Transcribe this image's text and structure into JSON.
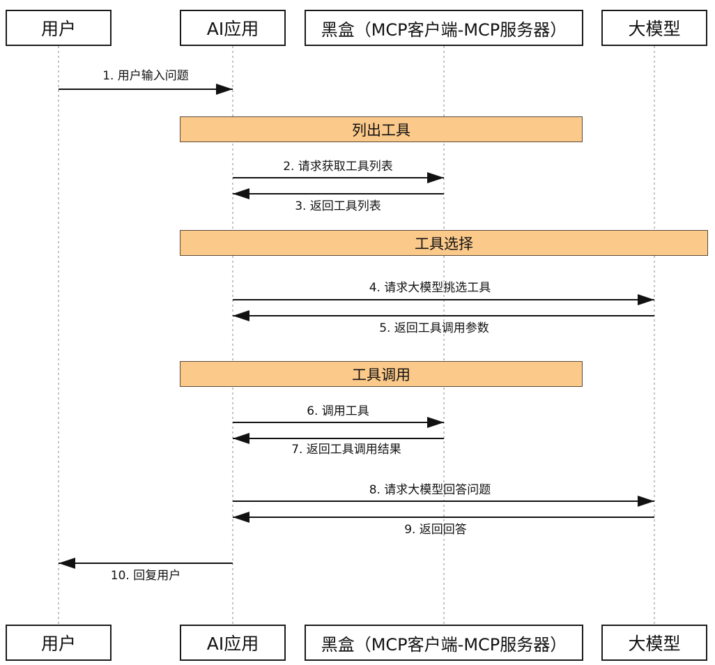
{
  "participants": {
    "user": "用户",
    "ai_app": "AI应用",
    "black_box": "黑盒（MCP客户端-MCP服务器）",
    "llm": "大模型"
  },
  "groups": {
    "list_tools": "列出工具",
    "tool_selection": "工具选择",
    "tool_call": "工具调用"
  },
  "messages": [
    "1. 用户输入问题",
    "2. 请求获取工具列表",
    "3. 返回工具列表",
    "4. 请求大模型挑选工具",
    "5. 返回工具调用参数",
    "6. 调用工具",
    "7. 返回工具调用结果",
    "8. 请求大模型回答问题",
    "9. 返回回答",
    "10. 回复用户"
  ]
}
